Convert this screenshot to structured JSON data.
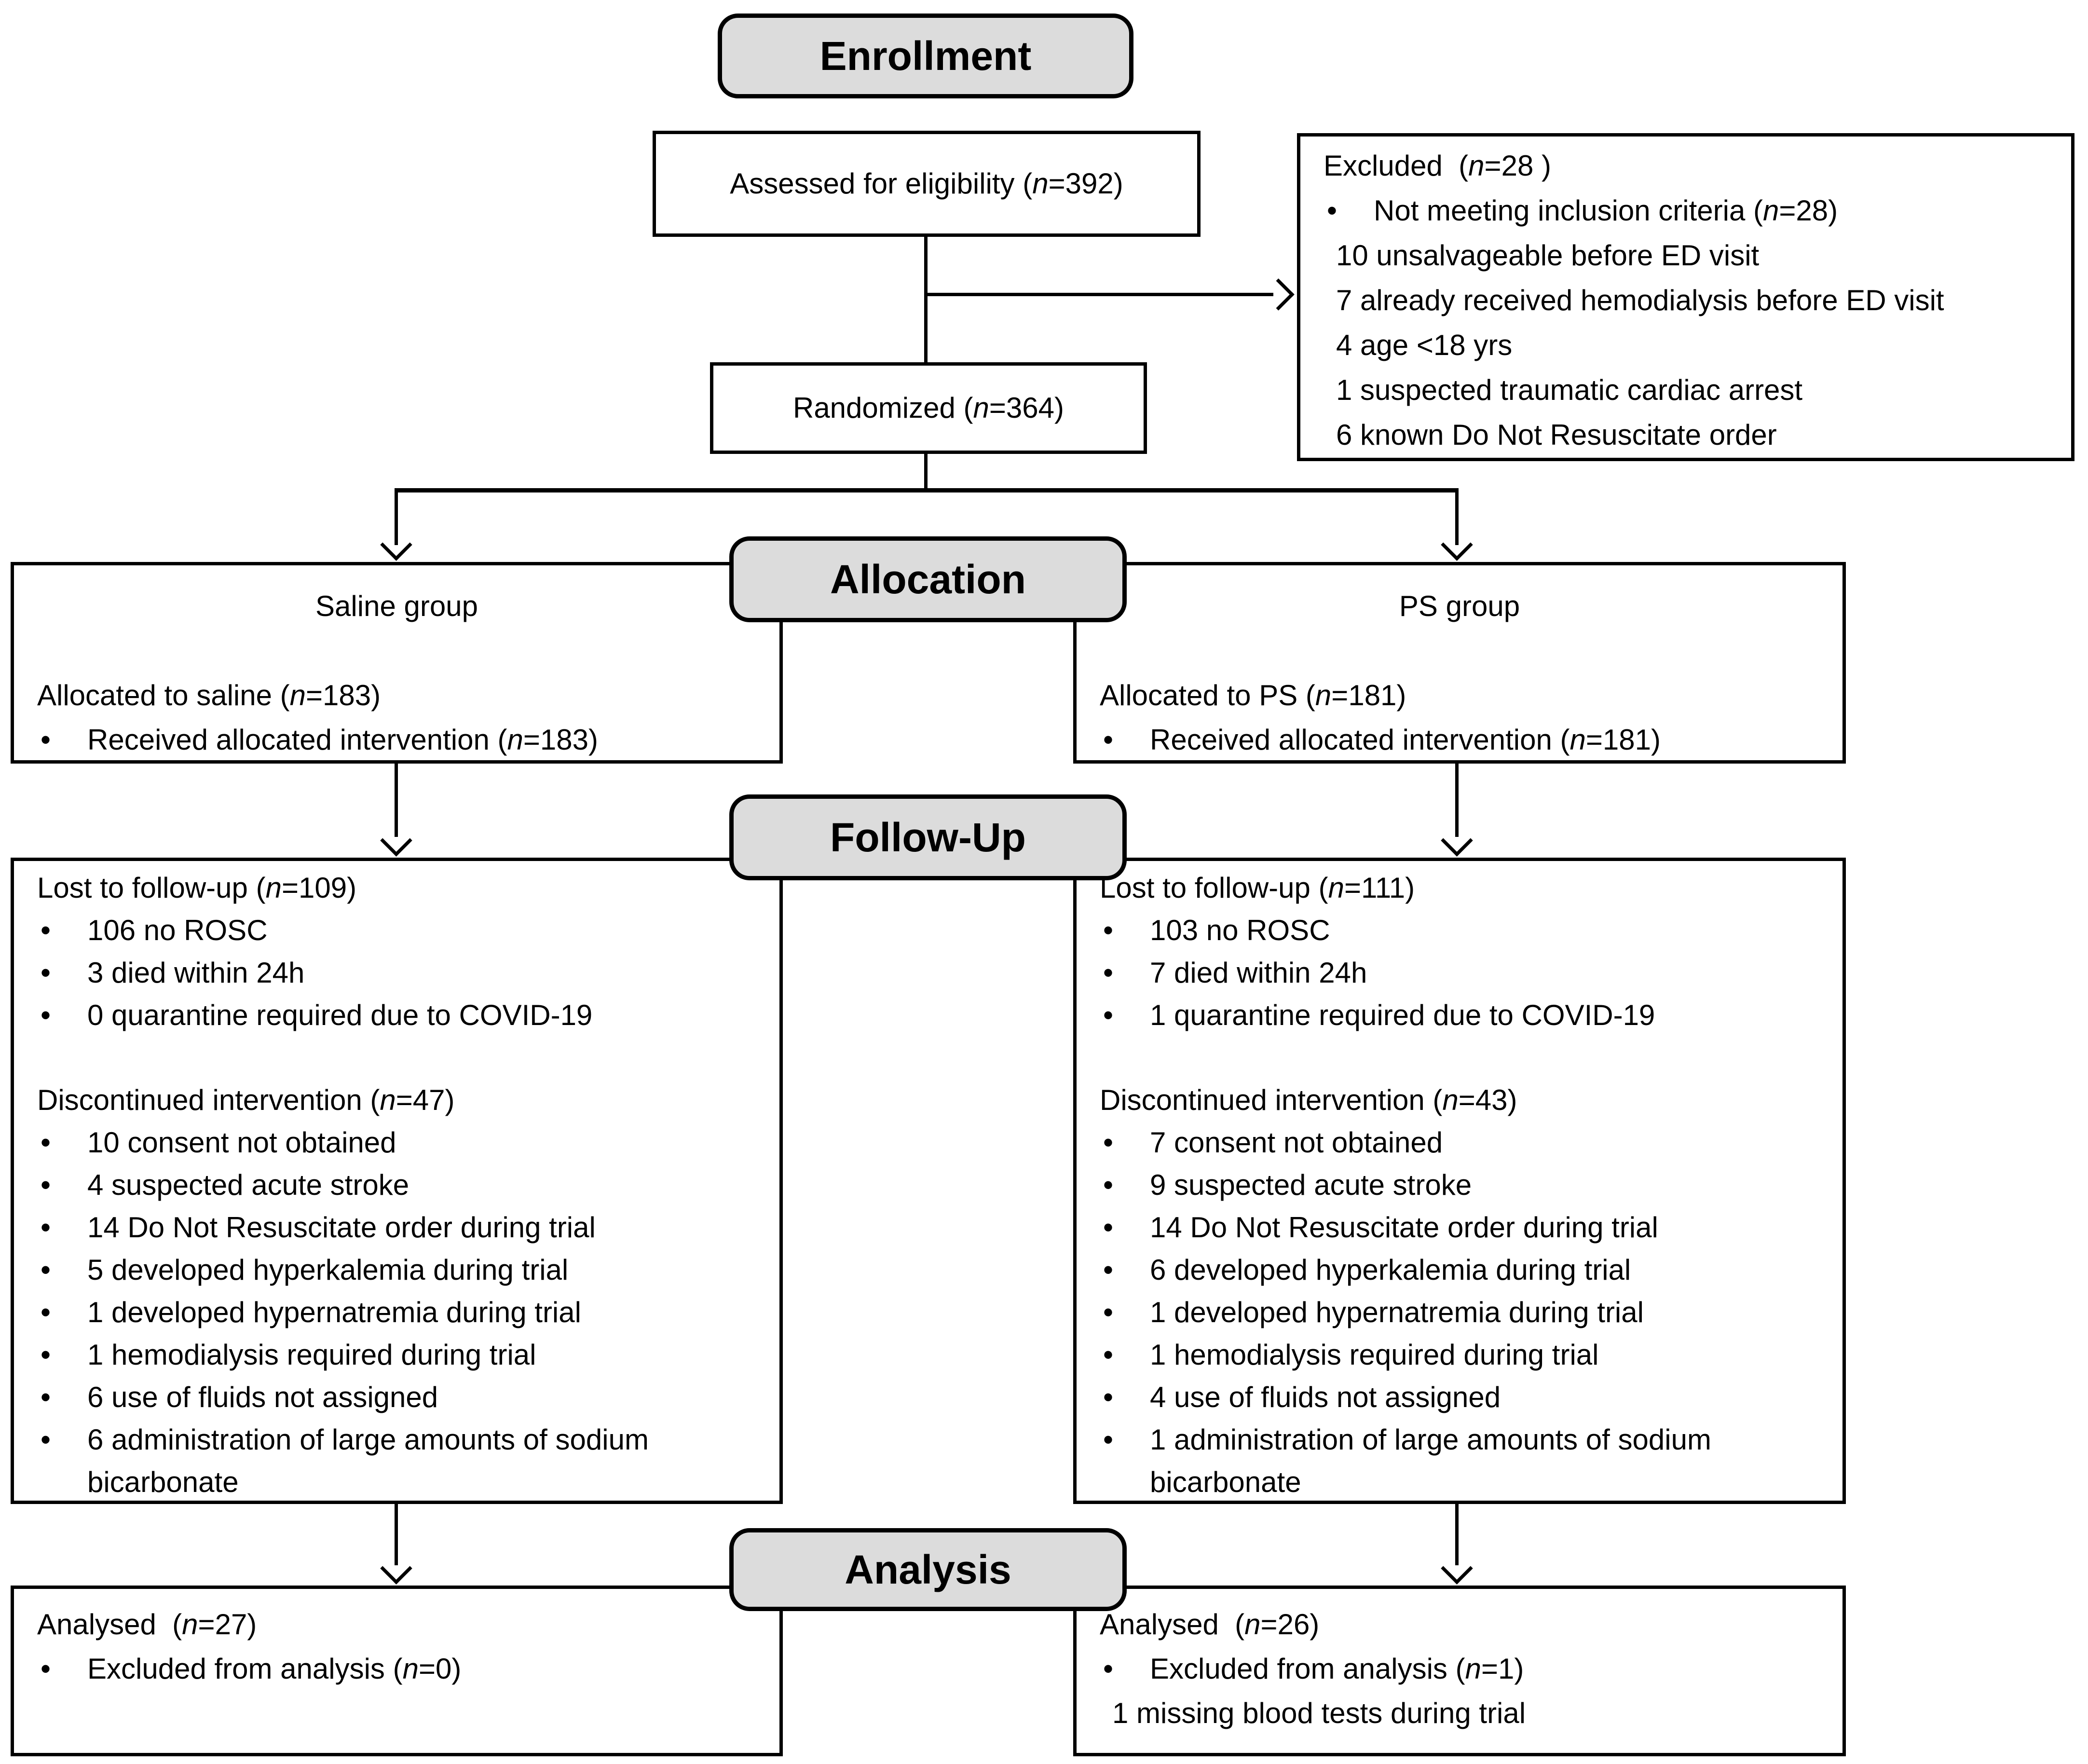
{
  "bullet_char": "•",
  "colors": {
    "header_fill": "#dcdcdc",
    "line_color": "#000000",
    "box_fill": "#ffffff"
  },
  "headers": {
    "enrollment": "Enrollment",
    "allocation": "Allocation",
    "followup": "Follow-Up",
    "analysis": "Analysis"
  },
  "boxes": {
    "assessed": {
      "lines": [
        {
          "k": "h",
          "segs": [
            {
              "t": "Assessed for eligibility ("
            },
            {
              "t": "n",
              "i": true
            },
            {
              "t": "=392)"
            }
          ]
        }
      ]
    },
    "excluded": {
      "lines": [
        {
          "k": "h",
          "segs": [
            {
              "t": "Excluded  ("
            },
            {
              "t": "n",
              "i": true
            },
            {
              "t": "=28 )"
            }
          ]
        },
        {
          "k": "b",
          "segs": [
            {
              "t": "Not meeting inclusion criteria ("
            },
            {
              "t": "n",
              "i": true
            },
            {
              "t": "=28)"
            }
          ]
        },
        {
          "k": "s",
          "segs": [
            {
              "t": "10 unsalvageable before ED visit"
            }
          ]
        },
        {
          "k": "s",
          "segs": [
            {
              "t": "7 already received hemodialysis before ED visit"
            }
          ]
        },
        {
          "k": "s",
          "segs": [
            {
              "t": "4 age <18 yrs"
            }
          ]
        },
        {
          "k": "s",
          "segs": [
            {
              "t": "1 suspected traumatic cardiac arrest"
            }
          ]
        },
        {
          "k": "s",
          "segs": [
            {
              "t": "6 known Do Not Resuscitate order"
            }
          ]
        }
      ]
    },
    "randomized": {
      "lines": [
        {
          "k": "h",
          "segs": [
            {
              "t": "Randomized ("
            },
            {
              "t": "n",
              "i": true
            },
            {
              "t": "=364)"
            }
          ]
        }
      ]
    },
    "saline_group": {
      "title": "Saline group",
      "lines": [
        {
          "k": "h",
          "segs": [
            {
              "t": "Allocated to saline ("
            },
            {
              "t": "n",
              "i": true
            },
            {
              "t": "=183)"
            }
          ]
        },
        {
          "k": "b",
          "segs": [
            {
              "t": "Received allocated intervention ("
            },
            {
              "t": "n",
              "i": true
            },
            {
              "t": "=183)"
            }
          ]
        }
      ]
    },
    "ps_group": {
      "title": "PS group",
      "lines": [
        {
          "k": "h",
          "segs": [
            {
              "t": "Allocated to PS ("
            },
            {
              "t": "n",
              "i": true
            },
            {
              "t": "=181)"
            }
          ]
        },
        {
          "k": "b",
          "segs": [
            {
              "t": "Received allocated intervention ("
            },
            {
              "t": "n",
              "i": true
            },
            {
              "t": "=181)"
            }
          ]
        }
      ]
    },
    "followup_left": {
      "lines": [
        {
          "k": "h",
          "segs": [
            {
              "t": "Lost to follow-up ("
            },
            {
              "t": "n",
              "i": true
            },
            {
              "t": "=109)"
            }
          ]
        },
        {
          "k": "b",
          "segs": [
            {
              "t": "106 no ROSC"
            }
          ]
        },
        {
          "k": "b",
          "segs": [
            {
              "t": "3 died within 24h"
            }
          ]
        },
        {
          "k": "b",
          "segs": [
            {
              "t": "0 quarantine required due to COVID-19"
            }
          ]
        },
        {
          "k": "g",
          "segs": []
        },
        {
          "k": "h",
          "segs": [
            {
              "t": "Discontinued intervention ("
            },
            {
              "t": "n",
              "i": true
            },
            {
              "t": "=47)"
            }
          ]
        },
        {
          "k": "b",
          "segs": [
            {
              "t": "10 consent not obtained"
            }
          ]
        },
        {
          "k": "b",
          "segs": [
            {
              "t": "4 suspected acute stroke"
            }
          ]
        },
        {
          "k": "b",
          "segs": [
            {
              "t": "14 Do Not Resuscitate order during trial"
            }
          ]
        },
        {
          "k": "b",
          "segs": [
            {
              "t": "5 developed hyperkalemia during trial"
            }
          ]
        },
        {
          "k": "b",
          "segs": [
            {
              "t": "1 developed hypernatremia during trial"
            }
          ]
        },
        {
          "k": "b",
          "segs": [
            {
              "t": "1 hemodialysis required during trial"
            }
          ]
        },
        {
          "k": "b",
          "segs": [
            {
              "t": "6 use of fluids not assigned"
            }
          ]
        },
        {
          "k": "b",
          "segs": [
            {
              "t": "6 administration of large amounts of sodium bicarbonate"
            }
          ]
        }
      ]
    },
    "followup_right": {
      "lines": [
        {
          "k": "h",
          "segs": [
            {
              "t": "Lost to follow-up ("
            },
            {
              "t": "n",
              "i": true
            },
            {
              "t": "=111)"
            }
          ]
        },
        {
          "k": "b",
          "segs": [
            {
              "t": "103 no ROSC"
            }
          ]
        },
        {
          "k": "b",
          "segs": [
            {
              "t": "7 died within 24h"
            }
          ]
        },
        {
          "k": "b",
          "segs": [
            {
              "t": "1 quarantine required due to COVID-19"
            }
          ]
        },
        {
          "k": "g",
          "segs": []
        },
        {
          "k": "h",
          "segs": [
            {
              "t": "Discontinued intervention ("
            },
            {
              "t": "n",
              "i": true
            },
            {
              "t": "=43)"
            }
          ]
        },
        {
          "k": "b",
          "segs": [
            {
              "t": "7 consent not obtained"
            }
          ]
        },
        {
          "k": "b",
          "segs": [
            {
              "t": "9 suspected acute stroke"
            }
          ]
        },
        {
          "k": "b",
          "segs": [
            {
              "t": "14 Do Not Resuscitate order during trial"
            }
          ]
        },
        {
          "k": "b",
          "segs": [
            {
              "t": "6 developed hyperkalemia during trial"
            }
          ]
        },
        {
          "k": "b",
          "segs": [
            {
              "t": "1 developed hypernatremia during trial"
            }
          ]
        },
        {
          "k": "b",
          "segs": [
            {
              "t": "1 hemodialysis required during trial"
            }
          ]
        },
        {
          "k": "b",
          "segs": [
            {
              "t": "4 use of fluids not assigned"
            }
          ]
        },
        {
          "k": "b",
          "segs": [
            {
              "t": "1 administration of large amounts of sodium bicarbonate"
            }
          ]
        }
      ]
    },
    "analysis_left": {
      "lines": [
        {
          "k": "h",
          "segs": [
            {
              "t": "Analysed  ("
            },
            {
              "t": "n",
              "i": true
            },
            {
              "t": "=27)"
            }
          ]
        },
        {
          "k": "b",
          "segs": [
            {
              "t": "Excluded from analysis ("
            },
            {
              "t": "n",
              "i": true
            },
            {
              "t": "=0)"
            }
          ]
        }
      ]
    },
    "analysis_right": {
      "lines": [
        {
          "k": "h",
          "segs": [
            {
              "t": "Analysed  ("
            },
            {
              "t": "n",
              "i": true
            },
            {
              "t": "=26)"
            }
          ]
        },
        {
          "k": "b",
          "segs": [
            {
              "t": "Excluded from analysis ("
            },
            {
              "t": "n",
              "i": true
            },
            {
              "t": "=1)"
            }
          ]
        },
        {
          "k": "s",
          "segs": [
            {
              "t": "1 missing blood tests during trial"
            }
          ]
        }
      ]
    }
  }
}
